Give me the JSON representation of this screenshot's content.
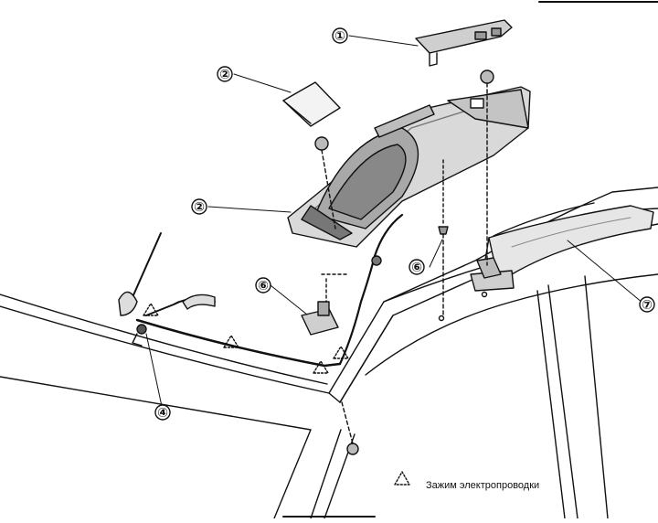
{
  "callouts": [
    {
      "id": "c1",
      "label": "①"
    },
    {
      "id": "c2a",
      "label": "②"
    },
    {
      "id": "c2b",
      "label": "②"
    },
    {
      "id": "c4",
      "label": "④"
    },
    {
      "id": "c6a",
      "label": "⑥"
    },
    {
      "id": "c6b",
      "label": "⑥"
    },
    {
      "id": "c7",
      "label": "⑦"
    }
  ],
  "legend": {
    "symbol": "triangle-clip-symbol",
    "text": "Зажим электропроводки"
  },
  "clip_marks": [
    {
      "label": "?"
    },
    {
      "label": "?"
    },
    {
      "label": "?"
    },
    {
      "label": "?"
    }
  ],
  "colors": {
    "line": "#111111",
    "shade": "#9a9a9a",
    "light_shade": "#cfcfcf",
    "background": "#ffffff"
  }
}
